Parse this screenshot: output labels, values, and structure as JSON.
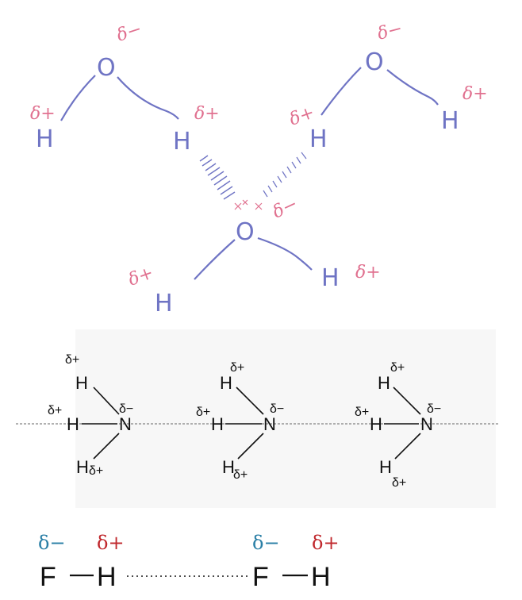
{
  "water": {
    "atoms": {
      "o_left": "O",
      "h_left_1": "H",
      "h_left_2": "H",
      "o_right": "O",
      "h_right_1": "H",
      "h_right_2": "H",
      "o_center": "O",
      "h_center_1": "H",
      "h_center_2": "H"
    },
    "deltas": {
      "o_left": "δ−",
      "h_left_1": "δ+",
      "h_left_2": "δ+",
      "o_right": "δ−",
      "h_right_1": "δ+",
      "h_right_2": "δ+",
      "o_center": "δ−",
      "h_center_1": "δ+",
      "h_center_2": "δ+"
    },
    "colors": {
      "atom": "#6f74c4",
      "partial_charge": "#e0708f"
    }
  },
  "ammonia": {
    "molecules": [
      {
        "n": "N",
        "n_delta": "δ−",
        "h_top": "H",
        "h_top_delta": "δ+",
        "h_left": "H",
        "h_left_delta": "δ+",
        "h_bottom": "H",
        "h_bottom_delta": "δ+"
      },
      {
        "n": "N",
        "n_delta": "δ−",
        "h_top": "H",
        "h_top_delta": "δ+",
        "h_left": "H",
        "h_left_delta": "δ+",
        "h_bottom": "H",
        "h_bottom_delta": "δ+"
      },
      {
        "n": "N",
        "n_delta": "δ−",
        "h_top": "H",
        "h_top_delta": "δ+",
        "h_left": "H",
        "h_left_delta": "δ+",
        "h_bottom": "H",
        "h_bottom_delta": "δ+"
      }
    ]
  },
  "hf": {
    "atoms": [
      "F",
      "H",
      "F",
      "H"
    ],
    "deltas": [
      "δ−",
      "δ+",
      "δ−",
      "δ+"
    ],
    "colors": {
      "negative": "#2a7fa6",
      "positive": "#c0282d"
    }
  }
}
